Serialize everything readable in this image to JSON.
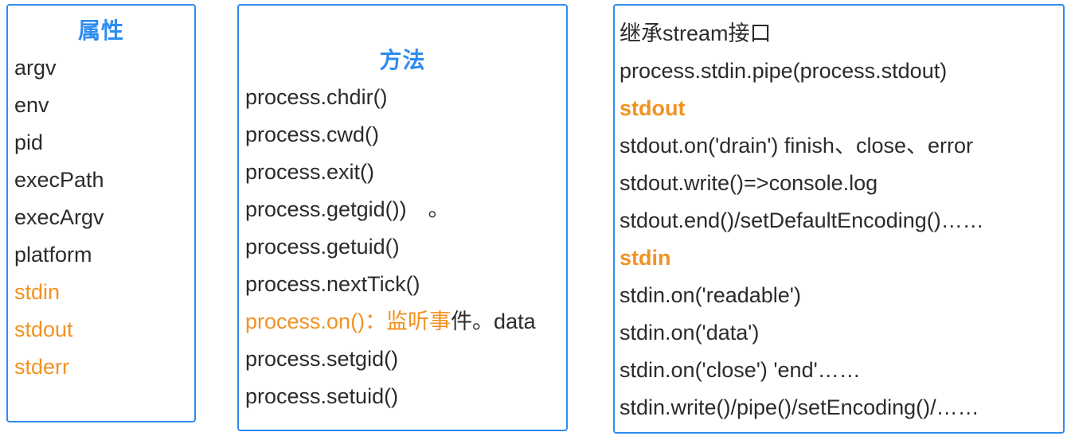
{
  "colors": {
    "border": "#2d8cf0",
    "title": "#2d8cf0",
    "accent": "#f29222",
    "text": "#2b2b2b",
    "background": "#ffffff"
  },
  "panels": {
    "attributes": {
      "title": "属性",
      "items": [
        {
          "text": "argv",
          "style": "plain"
        },
        {
          "text": "env",
          "style": "plain"
        },
        {
          "text": "pid",
          "style": "plain"
        },
        {
          "text": "execPath",
          "style": "plain"
        },
        {
          "text": "execArgv",
          "style": "plain"
        },
        {
          "text": "platform",
          "style": "plain"
        },
        {
          "text": "stdin",
          "style": "accent"
        },
        {
          "text": "stdout",
          "style": "accent"
        },
        {
          "text": "stderr",
          "style": "accent"
        }
      ]
    },
    "methods": {
      "title": "方法",
      "items": [
        {
          "text": "process.chdir()",
          "style": "plain"
        },
        {
          "text": "process.cwd()",
          "style": "plain"
        },
        {
          "text": "process.exit()",
          "style": "plain"
        },
        {
          "text": "process.getgid())　。",
          "style": "plain"
        },
        {
          "text": "process.getuid()",
          "style": "plain"
        },
        {
          "text": "process.nextTick()",
          "style": "plain"
        },
        {
          "style": "mixed",
          "accent_text": "process.on()：监听事",
          "plain_text": "件。data"
        },
        {
          "text": "process.setgid()",
          "style": "plain"
        },
        {
          "text": "process.setuid()",
          "style": "plain"
        }
      ]
    },
    "streams": {
      "items": [
        {
          "text": "继承stream接口",
          "style": "plain"
        },
        {
          "text": "process.stdin.pipe(process.stdout)",
          "style": "plain"
        },
        {
          "text": "stdout",
          "style": "accent-bold"
        },
        {
          "text": "stdout.on('drain') finish、close、error",
          "style": "plain"
        },
        {
          "text": "stdout.write()=>console.log",
          "style": "plain"
        },
        {
          "text": "stdout.end()/setDefaultEncoding()……",
          "style": "plain"
        },
        {
          "text": "stdin",
          "style": "accent-bold"
        },
        {
          "text": "stdin.on('readable')",
          "style": "plain"
        },
        {
          "text": "stdin.on('data')",
          "style": "plain"
        },
        {
          "text": "stdin.on('close') 'end'……",
          "style": "plain"
        },
        {
          "text": "stdin.write()/pipe()/setEncoding()/……",
          "style": "plain"
        }
      ]
    }
  }
}
